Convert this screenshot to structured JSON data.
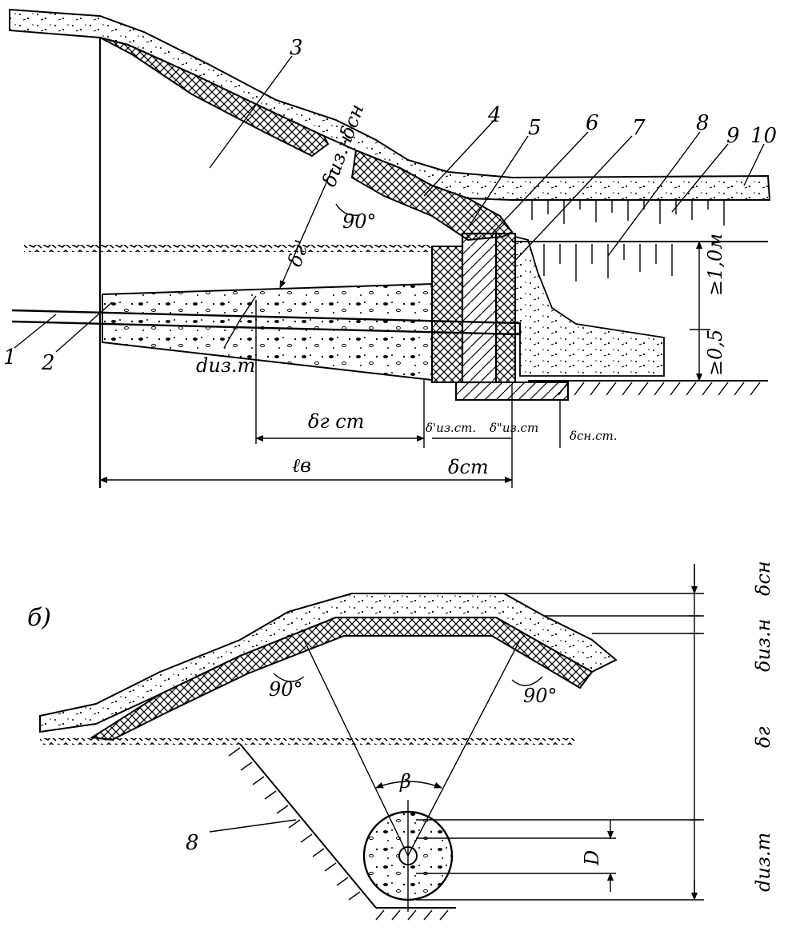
{
  "diagram_a": {
    "callouts": [
      "1",
      "2",
      "3",
      "4",
      "5",
      "6",
      "7",
      "8",
      "9",
      "10"
    ],
    "dimensions": {
      "d_sn": "δсн",
      "d_iz_n": "δиз.н",
      "d_g_prime": "δг'",
      "d_iz_t": "dиз.т",
      "d_g_st": "δг ст",
      "d_iz_st_1": "δ'из.ст.",
      "d_iz_st_2": "δ\"из.ст",
      "d_sn_st": "δсн.ст.",
      "d_st": "δст",
      "l_v": "ℓв",
      "depth_top": "≥1,0м",
      "depth_bottom": "≥0,5",
      "angle": "90°"
    }
  },
  "diagram_b": {
    "panel_label": "б)",
    "callout": "8",
    "dimensions": {
      "d_sn": "δсн",
      "d_iz_n": "δиз.н",
      "d_g": "δг",
      "d_iz_t": "dиз.т",
      "pipe_d": "D",
      "angle_left": "90°",
      "angle_right": "90°",
      "beta": "β"
    }
  },
  "colors": {
    "ink": "#000000",
    "paper": "#ffffff"
  }
}
